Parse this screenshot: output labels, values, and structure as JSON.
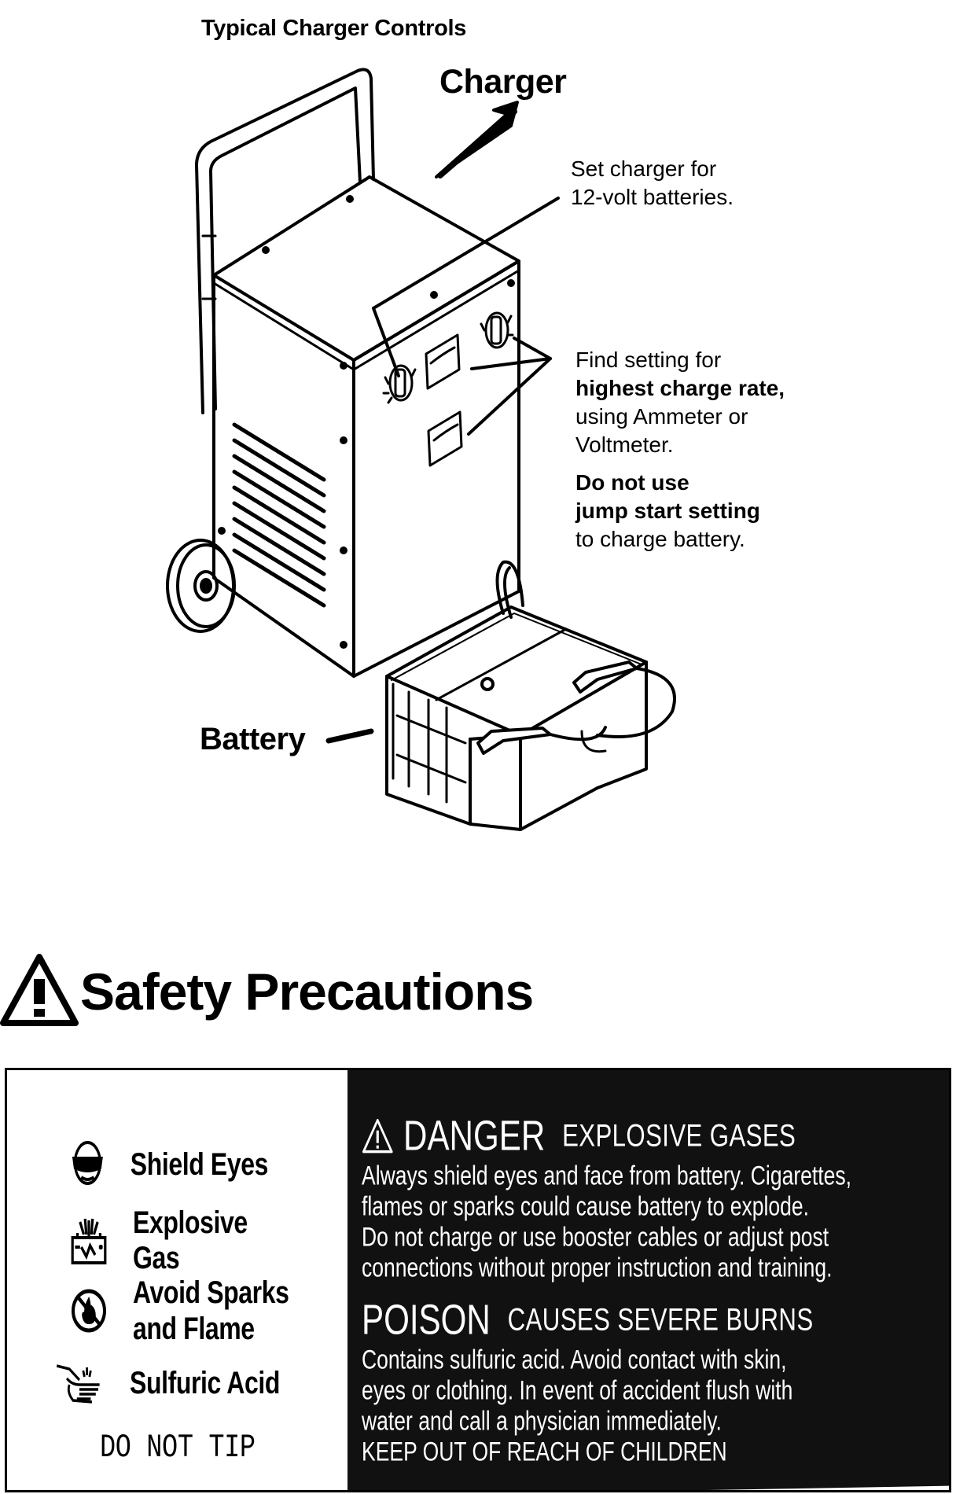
{
  "figure": {
    "title": "Typical Charger Controls",
    "charger_label": "Charger",
    "battery_label": "Battery",
    "note_set": [
      "Set charger for",
      "12-volt batteries."
    ],
    "note_find": {
      "line1": "Find setting for",
      "line2": "highest charge rate,",
      "line3": "using Ammeter or",
      "line4": "Voltmeter."
    },
    "note_dont": {
      "line1": "Do not use",
      "line2": "jump start setting",
      "line3": "to charge battery."
    }
  },
  "safety": {
    "heading": "Safety Precautions",
    "icon": "warning-triangle-icon"
  },
  "label": {
    "hazards": [
      {
        "icon": "face-shield-icon",
        "text": "Shield Eyes"
      },
      {
        "icon": "battery-explosion-icon",
        "text": "Explosive Gas"
      },
      {
        "icon": "no-flame-icon",
        "text_line1": "Avoid Sparks",
        "text_line2": "and Flame"
      },
      {
        "icon": "acid-hand-icon",
        "text": "Sulfuric Acid"
      }
    ],
    "do_not_tip": "DO NOT TIP",
    "danger": {
      "title": "DANGER",
      "subtitle": "EXPLOSIVE GASES",
      "lines": [
        "Always shield eyes and face from battery. Cigarettes,",
        "flames or sparks could cause battery to explode.",
        "Do not charge or use booster cables or adjust post",
        "connections without proper instruction and training."
      ]
    },
    "poison": {
      "title": "POISON",
      "subtitle": "CAUSES SEVERE BURNS",
      "lines": [
        "Contains sulfuric acid. Avoid contact with skin,",
        "eyes or clothing. In event of accident flush with",
        "water and call a physician immediately.",
        "KEEP OUT OF REACH OF CHILDREN"
      ]
    }
  }
}
